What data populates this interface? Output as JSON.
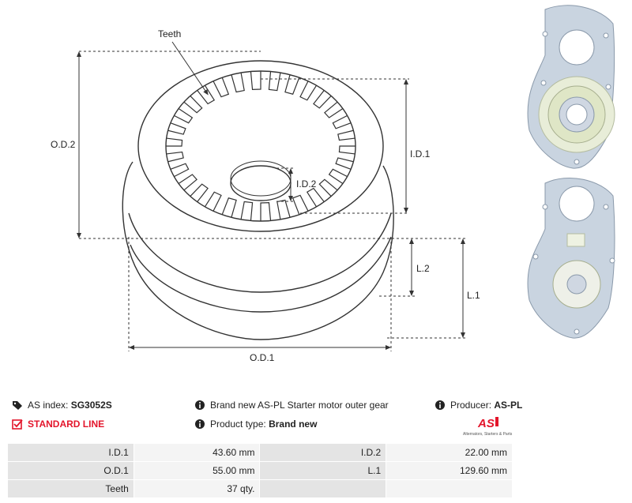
{
  "diagram": {
    "labels": {
      "teeth": "Teeth",
      "od2": "O.D.2",
      "id1": "I.D.1",
      "id2": "I.D.2",
      "l2": "L.2",
      "l1": "L.1",
      "od1": "O.D.1"
    }
  },
  "product": {
    "as_index_label": "AS index:",
    "as_index": "SG3052S",
    "line": "STANDARD LINE",
    "description": "Brand new AS-PL Starter motor outer gear",
    "product_type_label": "Product type:",
    "product_type": "Brand new",
    "producer_label": "Producer:",
    "producer": "AS-PL",
    "logo_text": "AS",
    "logo_sub": "Alternators, Starters & Parts"
  },
  "specs": {
    "rows": [
      {
        "l1": "I.D.1",
        "v1": "43.60 mm",
        "l2": "I.D.2",
        "v2": "22.00 mm"
      },
      {
        "l1": "O.D.1",
        "v1": "55.00 mm",
        "l2": "L.1",
        "v2": "129.60 mm"
      },
      {
        "l1": "Teeth",
        "v1": "37 qty.",
        "l2": "",
        "v2": ""
      }
    ]
  },
  "colors": {
    "accent": "#e3152b",
    "line": "#333333"
  }
}
